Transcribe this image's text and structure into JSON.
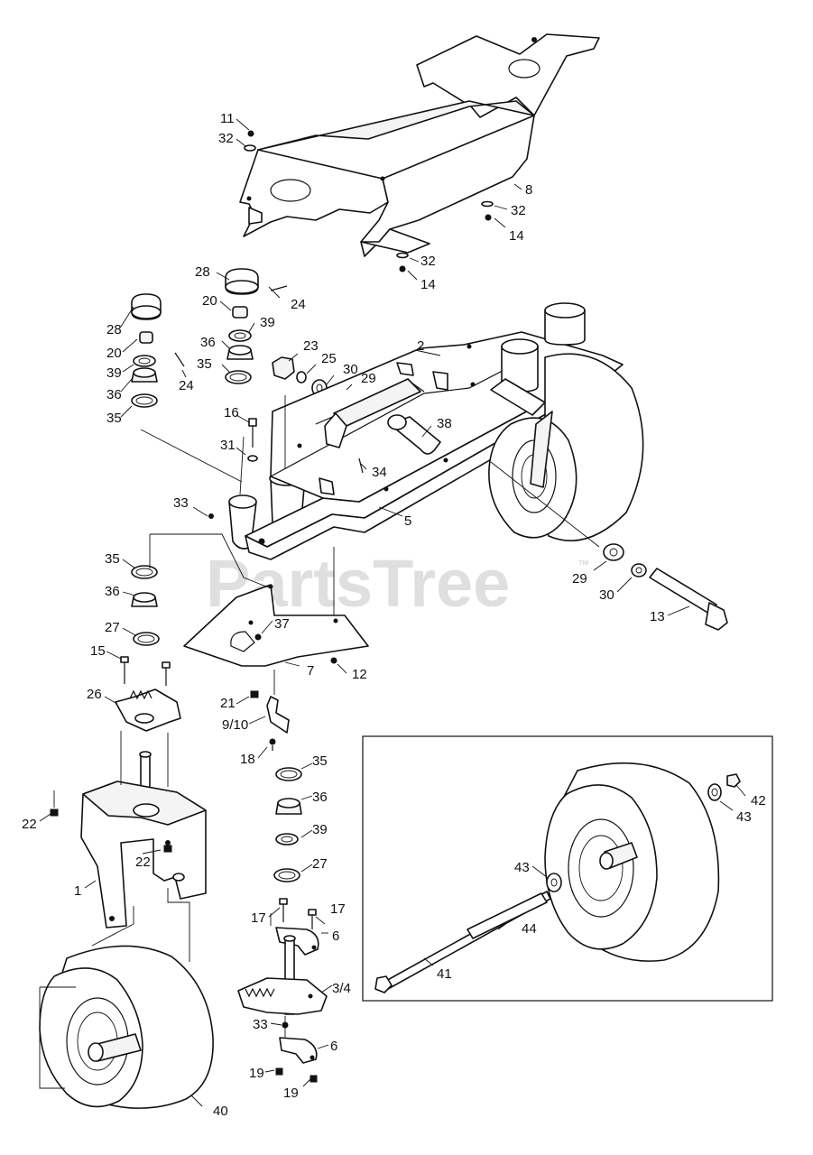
{
  "watermark": {
    "text": "PartsTree",
    "trademark": "™"
  },
  "callouts": {
    "c11": "11",
    "c32a": "32",
    "c8": "8",
    "c32b": "32",
    "c14a": "14",
    "c32c": "32",
    "c14b": "14",
    "c28a": "28",
    "c20a": "20",
    "c24a": "24",
    "c39a": "39",
    "c36a": "36",
    "c35a": "35",
    "c28b": "28",
    "c20b": "20",
    "c39b": "39",
    "c36b": "36",
    "c35b": "35",
    "c24b": "24",
    "c23": "23",
    "c25": "25",
    "c30a": "30",
    "c29a": "29",
    "c2": "2",
    "c16": "16",
    "c31": "31",
    "c38": "38",
    "c34": "34",
    "c33a": "33",
    "c5": "5",
    "c35c": "35",
    "c36c": "36",
    "c27a": "27",
    "c15": "15",
    "c26": "26",
    "c37": "37",
    "c7": "7",
    "c12": "12",
    "c21": "21",
    "c910": "9/10",
    "c18": "18",
    "c29b": "29",
    "c30b": "30",
    "c13": "13",
    "c22a": "22",
    "c22b": "22",
    "c1": "1",
    "c35d": "35",
    "c36d": "36",
    "c39c": "39",
    "c27b": "27",
    "c17a": "17",
    "c17b": "17",
    "c6a": "6",
    "c34b": "3/4",
    "c33b": "33",
    "c6b": "6",
    "c19a": "19",
    "c19b": "19",
    "c40": "40",
    "c42": "42",
    "c43a": "43",
    "c43b": "43",
    "c44": "44",
    "c41": "41"
  }
}
